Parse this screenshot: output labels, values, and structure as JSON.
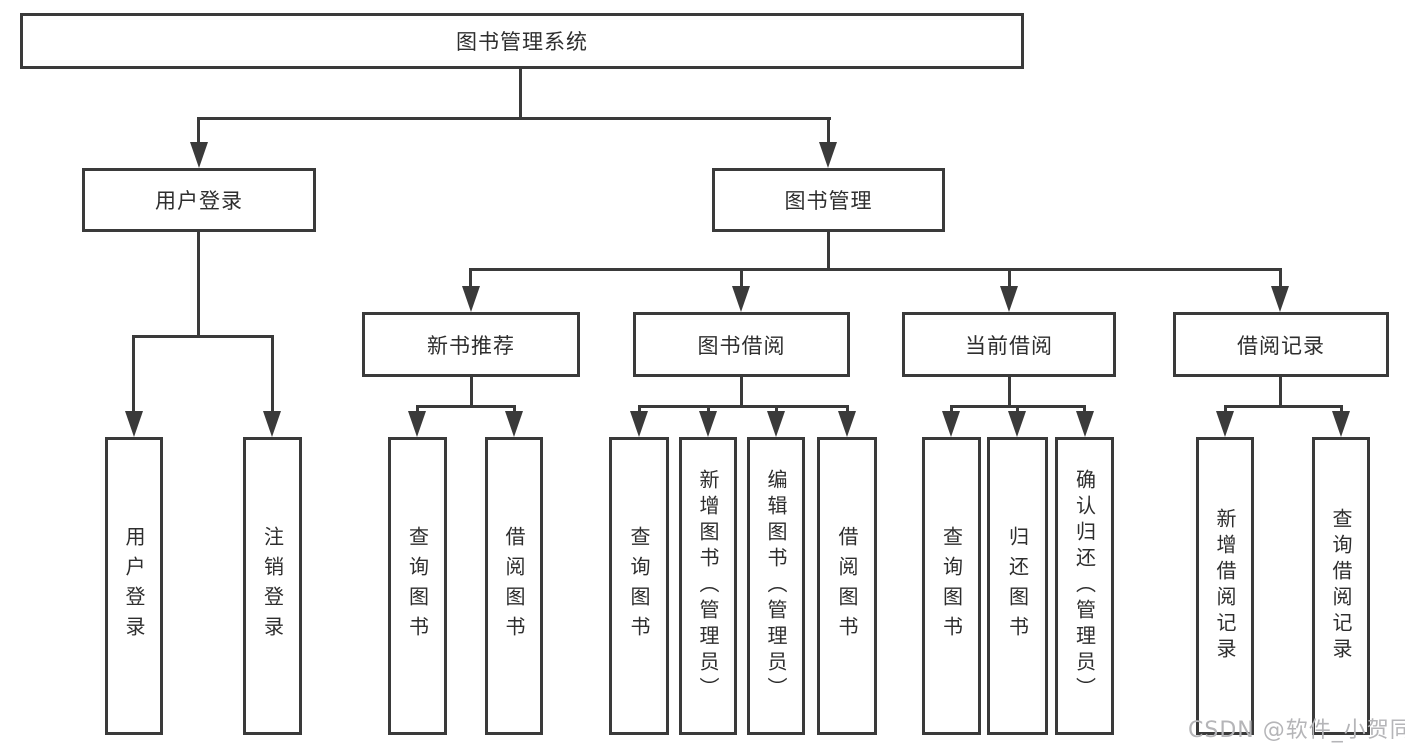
{
  "diagram": {
    "title": "图书管理系统",
    "level2": {
      "user_login": "用户登录",
      "book_management": "图书管理"
    },
    "level3": {
      "new_book_recommend": "新书推荐",
      "book_borrow": "图书借阅",
      "current_borrow": "当前借阅",
      "borrow_records": "借阅记录"
    },
    "leaves": {
      "user_login_children": [
        "用户登录",
        "注销登录"
      ],
      "recommend_children": [
        "查询图书",
        "借阅图书"
      ],
      "borrow_children": [
        "查询图书",
        "新增图书（管理员）",
        "编辑图书（管理员）",
        "借阅图书"
      ],
      "current_children": [
        "查询图书",
        "归还图书",
        "确认归还（管理员）"
      ],
      "records_children": [
        "新增借阅记录",
        "查询借阅记录"
      ]
    }
  },
  "watermark": "CSDN @软件_小贺同学",
  "colors": {
    "line": "#3a3a3a",
    "box_border": "#3a3a3a",
    "text": "#2e2e2e",
    "watermark": "#b5b5b8",
    "background": "#ffffff"
  }
}
